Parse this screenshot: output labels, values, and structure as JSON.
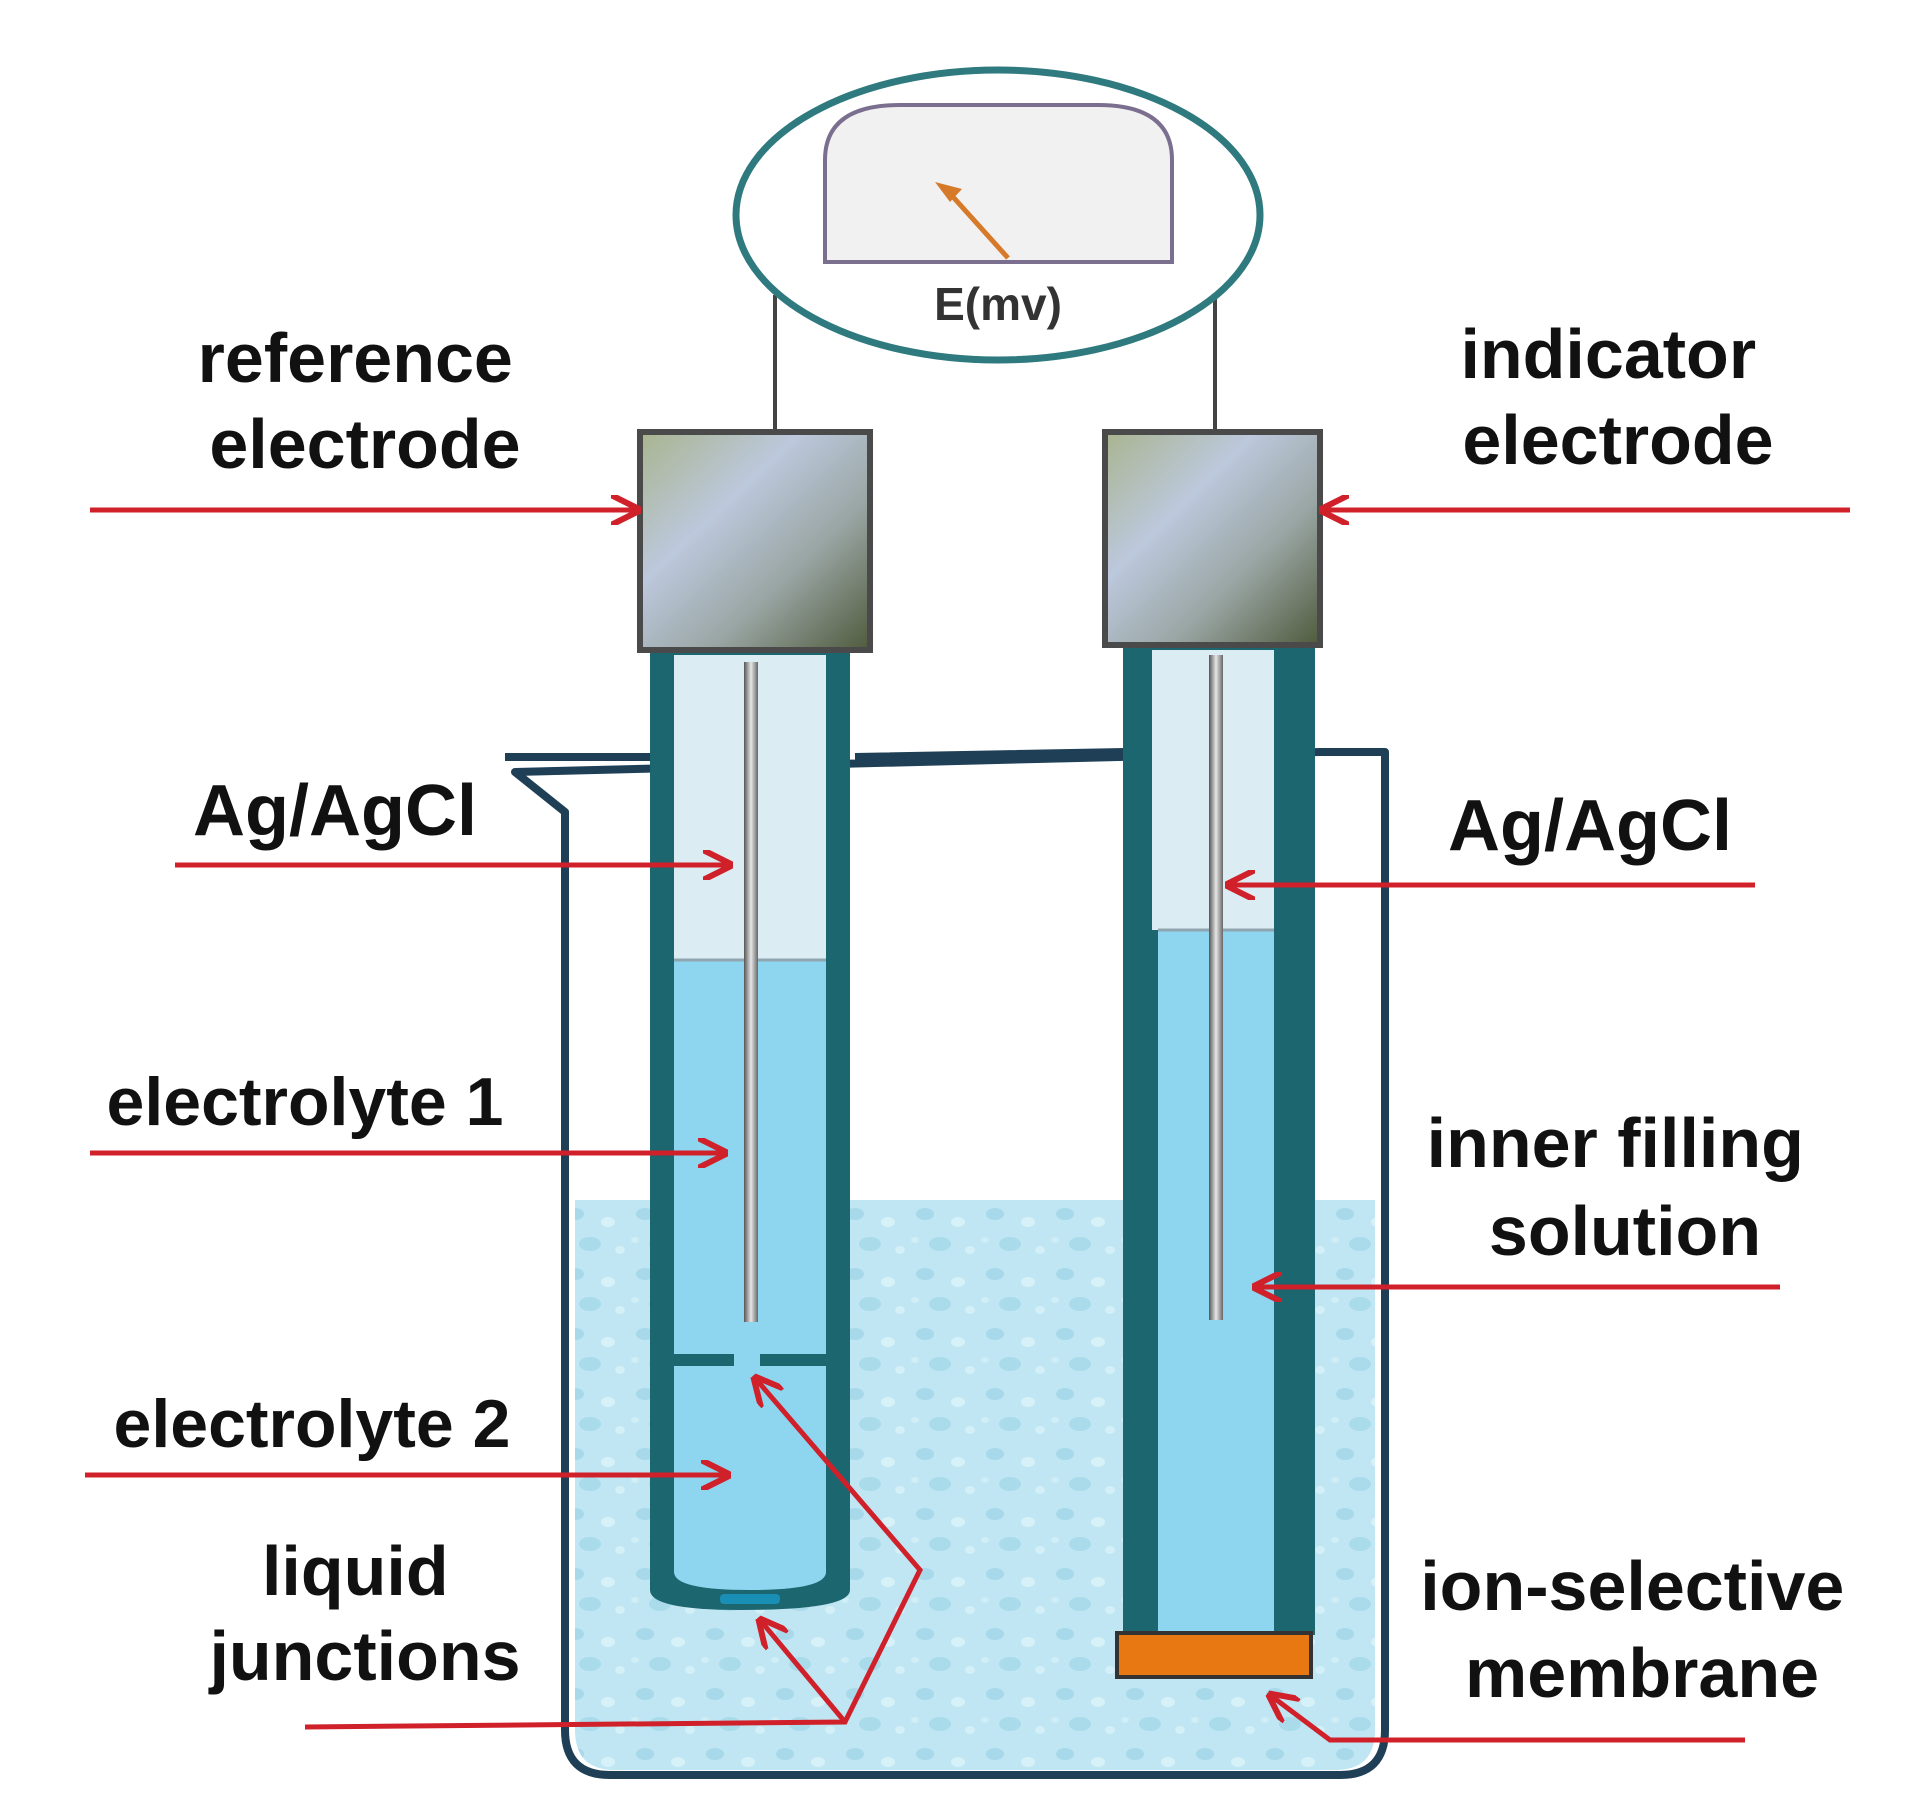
{
  "colors": {
    "arrow": "#d0202a",
    "tube_wall": "#1c6670",
    "beaker_outline": "#1e3f55",
    "bath_liquid": "#bfe6f2",
    "inner_liquid": "#8ed6f0",
    "air_space": "#dcecf3",
    "membrane": "#e87812",
    "meter_outline": "#2f7a7e",
    "needle": "#d67a2a"
  },
  "meter": {
    "label": "E(mv)"
  },
  "labels": {
    "reference_electrode": [
      "reference",
      "electrode"
    ],
    "indicator_electrode": [
      "indicator",
      "electrode"
    ],
    "ag_agcl_left": "Ag/AgCl",
    "ag_agcl_right": "Ag/AgCl",
    "electrolyte_1": "electrolyte 1",
    "electrolyte_2": "electrolyte 2",
    "liquid_junctions": [
      "liquid",
      "junctions"
    ],
    "inner_filling_solution": [
      "inner filling",
      "solution"
    ],
    "ion_selective_membrane": [
      "ion-selective",
      "membrane"
    ]
  }
}
